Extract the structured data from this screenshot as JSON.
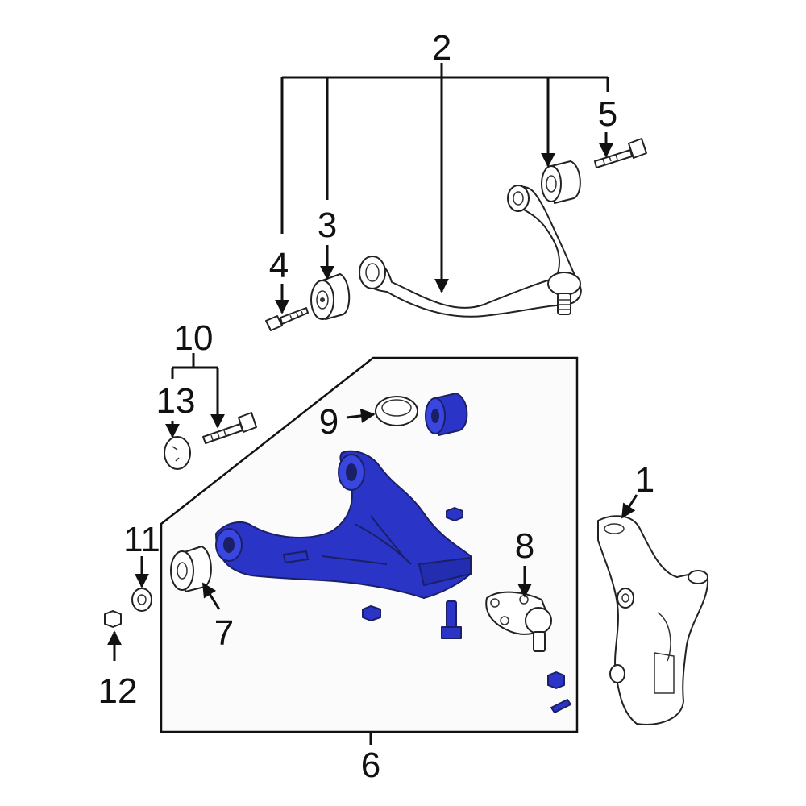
{
  "colors": {
    "highlight": "#2a35c8",
    "highlight_dark": "#1a1f66",
    "line": "#111111",
    "panel_fill": "#fbfbfb"
  },
  "callouts": {
    "c1": "1",
    "c2": "2",
    "c3": "3",
    "c4": "4",
    "c5": "5",
    "c6": "6",
    "c7": "7",
    "c8": "8",
    "c9": "9",
    "c10": "10",
    "c11": "11",
    "c12": "12",
    "c13": "13"
  }
}
